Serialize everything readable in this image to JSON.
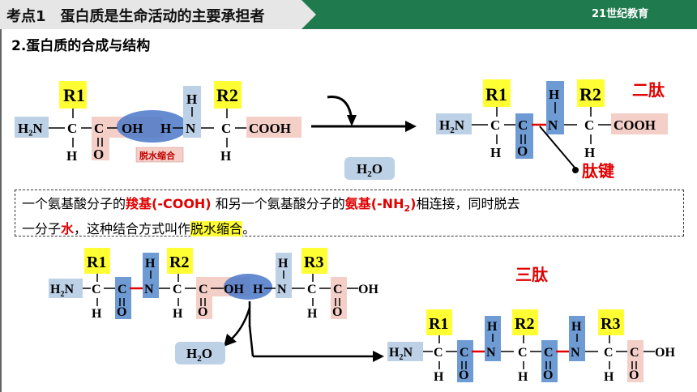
{
  "header": {
    "tab_title": "考点1　蛋白质是生命活动的主要承担者",
    "logo": "21世纪教育"
  },
  "section_title": "2.蛋白质的合成与结构",
  "top": {
    "amino1": {
      "R": "R1",
      "H_left": "H₂N",
      "C": "C",
      "H_top": "",
      "H_bottom": "H",
      "C2": "C",
      "OH": "OH",
      "O": "O"
    },
    "amino2": {
      "R": "R2",
      "H": "H",
      "N": "N",
      "C": "C",
      "H_bottom": "H",
      "COOH": "COOH"
    },
    "dehydration_tag": "脱水缩合",
    "water": "H₂O",
    "dipeptide_label": "二肽",
    "peptide_bond_label": "肽键"
  },
  "definition": {
    "p1": "一个氨基酸分子的",
    "carboxyl": "羧基(-COOH)",
    "p2": " 和另一个氨基酸分子的",
    "amino": "氨基(-NH",
    "amino_sub": "2",
    "amino_close": ")",
    "p3": "相连接，同时脱去",
    "p4": "一分子",
    "water": "水",
    "p5": "，这种结合方式叫作",
    "term": "脱水缩合",
    "p6": "。"
  },
  "bottom": {
    "tripeptide_label": "三肽",
    "water": "H₂O"
  }
}
